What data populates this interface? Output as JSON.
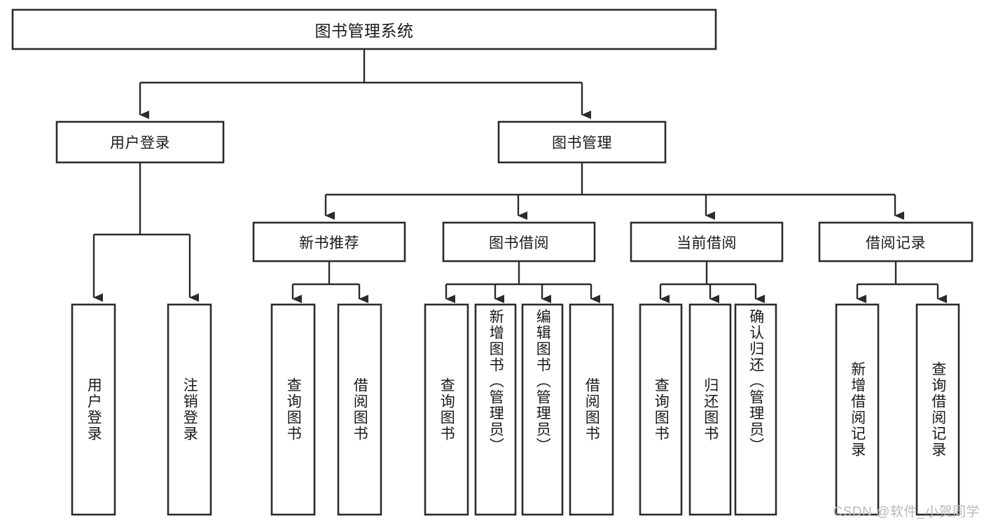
{
  "diagram": {
    "title": "图书管理系统",
    "type": "tree",
    "watermark": "CSDN @软件_小贺同学",
    "colors": {
      "box_stroke": "#2b2b2b",
      "box_fill": "#ffffff",
      "connector": "#2b2b2b",
      "text": "#1a1a1a",
      "watermark": "#b9b9b9",
      "background": "#ffffff"
    },
    "levels": {
      "root": {
        "label": "图书管理系统"
      },
      "level2": [
        {
          "id": "user-login",
          "label": "用户登录"
        },
        {
          "id": "book-management",
          "label": "图书管理"
        }
      ],
      "level3": [
        {
          "id": "new-book-recommend",
          "label": "新书推荐"
        },
        {
          "id": "book-borrow",
          "label": "图书借阅"
        },
        {
          "id": "current-borrow",
          "label": "当前借阅"
        },
        {
          "id": "borrow-record",
          "label": "借阅记录"
        }
      ],
      "leaves": {
        "user_login": [
          {
            "id": "leaf-user-login",
            "label": "用户登录"
          },
          {
            "id": "leaf-logout-login",
            "label": "注销登录"
          }
        ],
        "new_book_recommend": [
          {
            "id": "leaf-query-book-1",
            "label": "查询图书"
          },
          {
            "id": "leaf-borrow-book-1",
            "label": "借阅图书"
          }
        ],
        "book_borrow": [
          {
            "id": "leaf-query-book-2",
            "label": "查询图书"
          },
          {
            "id": "leaf-add-book",
            "label": "新增图书（管理员）"
          },
          {
            "id": "leaf-edit-book",
            "label": "编辑图书（管理员）"
          },
          {
            "id": "leaf-borrow-book-2",
            "label": "借阅图书"
          }
        ],
        "current_borrow": [
          {
            "id": "leaf-query-book-3",
            "label": "查询图书"
          },
          {
            "id": "leaf-return-book",
            "label": "归还图书"
          },
          {
            "id": "leaf-confirm-return",
            "label": "确认归还（管理员）"
          }
        ],
        "borrow_record": [
          {
            "id": "leaf-add-record",
            "label": "新增借阅记录"
          },
          {
            "id": "leaf-query-record",
            "label": "查询借阅记录"
          }
        ]
      }
    }
  }
}
